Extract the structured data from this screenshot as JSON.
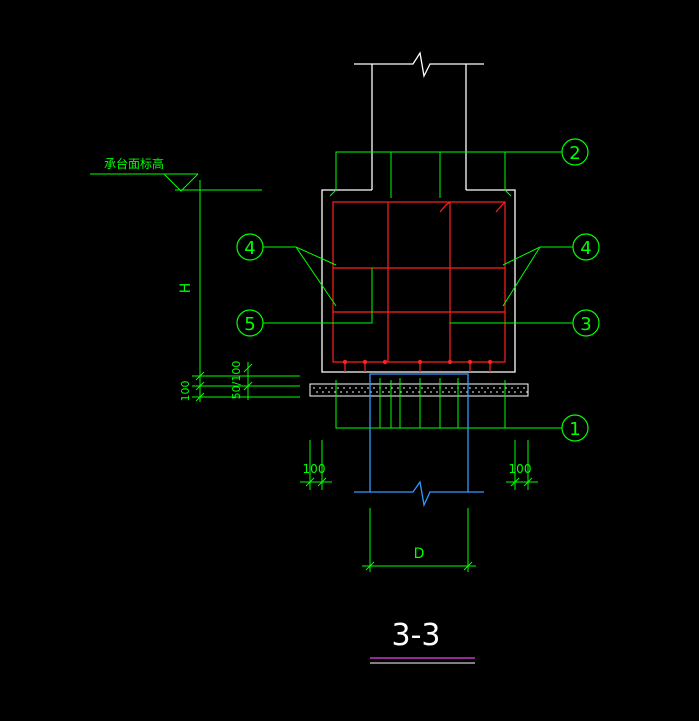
{
  "labels": {
    "cap_top_elevation": "承台面标高",
    "height": "H",
    "cushion_thickness": "100",
    "pile_embed": "50/100",
    "side_left": "100",
    "side_right": "100",
    "pile_diameter": "D",
    "section_title": "3-3"
  },
  "callouts": {
    "c1": "1",
    "c2": "2",
    "c3": "3",
    "c4_left": "4",
    "c4_right": "4",
    "c5": "5"
  },
  "colors": {
    "background": "#000000",
    "structure": "#ffffff",
    "dimension": "#00ff00",
    "rebar": "#ff2020",
    "pile": "#3399ff",
    "title_underline": "#cc33cc"
  }
}
